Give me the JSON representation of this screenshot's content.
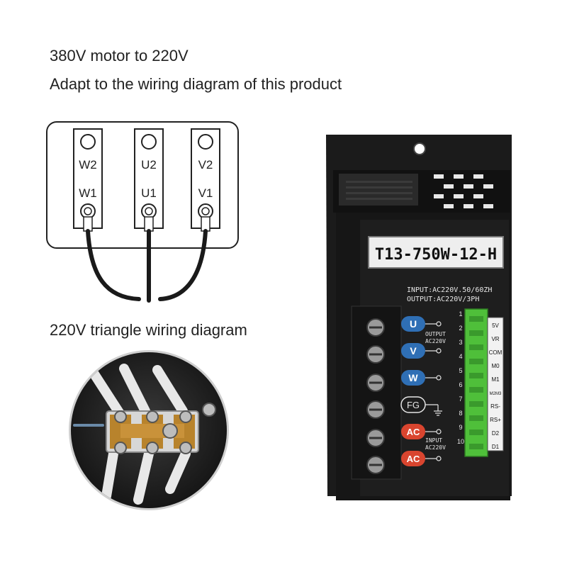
{
  "captions": {
    "line1": "380V motor to 220V",
    "line2": "Adapt to the wiring diagram of this product",
    "line3": "220V triangle wiring diagram"
  },
  "wiring_diagram": {
    "terminals": [
      {
        "top": "W2",
        "bottom": "W1"
      },
      {
        "top": "U2",
        "bottom": "U1"
      },
      {
        "top": "V2",
        "bottom": "V1"
      }
    ]
  },
  "controller": {
    "model": "T13-750W-12-H",
    "input_spec": "INPUT:AC220V.50/60ZH",
    "output_spec": "OUTPUT:AC220V/3PH",
    "terminal_badges": [
      "U",
      "V",
      "W",
      "FG",
      "AC",
      "AC"
    ],
    "output_label_1": "OUTPUT",
    "output_label_2": "AC220V",
    "input_label_1": "INPUT",
    "input_label_2": "AC220V",
    "pin_numbers": [
      "1",
      "2",
      "3",
      "4",
      "5",
      "6",
      "7",
      "8",
      "9",
      "10"
    ],
    "green_terminals": [
      "5V",
      "VR",
      "COM",
      "M0",
      "M1",
      "M2M3",
      "RS-",
      "RS+",
      "D2",
      "D1"
    ]
  },
  "colors": {
    "badge_blue": "#2f6fb5",
    "badge_red": "#d9452f",
    "terminal_green": "#4fbf3a",
    "device_black": "#1b1b1b"
  }
}
